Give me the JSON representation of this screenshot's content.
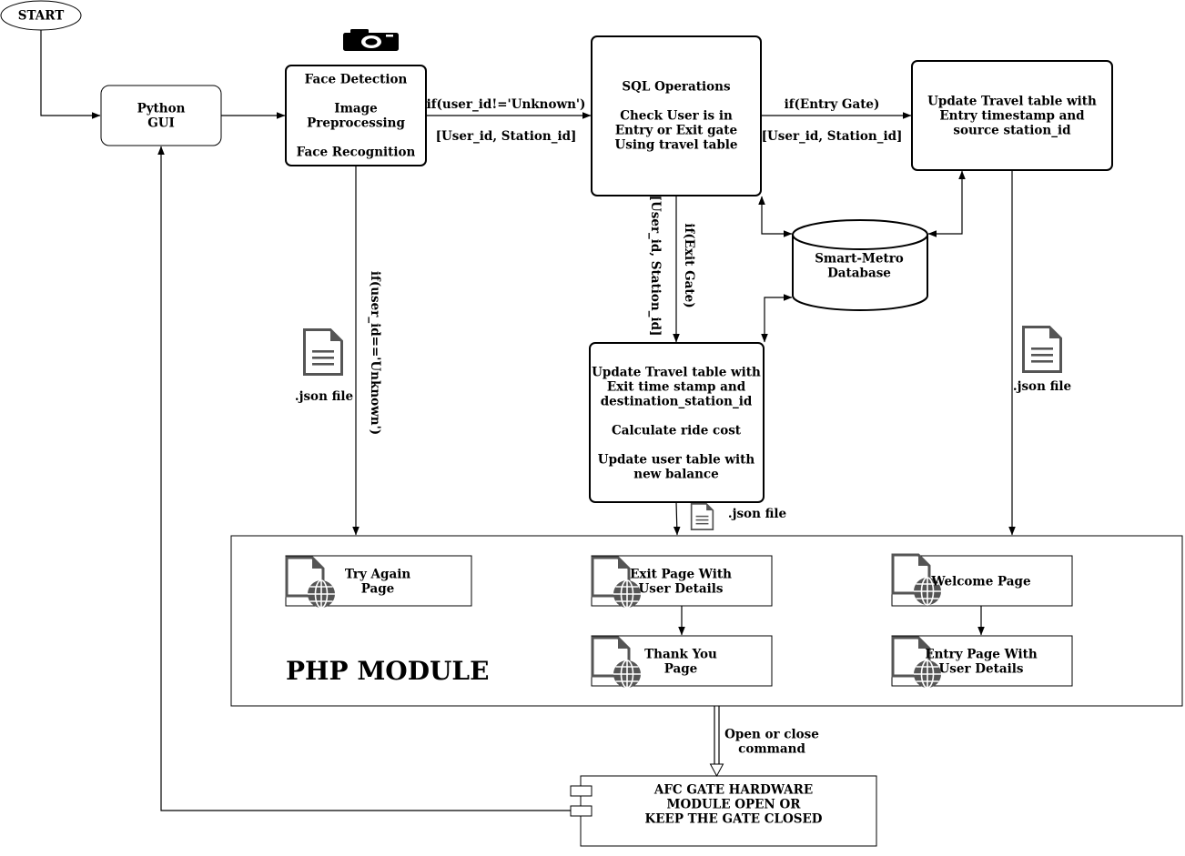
{
  "nodes": {
    "start": "START",
    "python_gui": [
      "Python",
      "GUI"
    ],
    "face": [
      "Face Detection",
      "",
      "Image",
      "Preprocessing",
      "",
      "Face Recognition"
    ],
    "sql": [
      "SQL Operations",
      "",
      "Check User is in",
      "Entry or Exit gate",
      "Using travel table"
    ],
    "entry_update": [
      "Update Travel table with",
      "Entry timestamp and",
      "source station_id"
    ],
    "database": [
      "Smart-Metro",
      "Database"
    ],
    "exit_update": [
      "Update Travel table with",
      "Exit time stamp and",
      "destination_station_id",
      "",
      "Calculate ride cost",
      "",
      "Update user table with",
      "new balance"
    ],
    "afc": [
      "AFC GATE HARDWARE",
      "MODULE OPEN OR",
      "KEEP THE GATE CLOSED"
    ]
  },
  "php_module": {
    "title": "PHP MODULE",
    "pages": {
      "try_again": [
        "Try Again",
        "Page"
      ],
      "exit_page": [
        "Exit Page With",
        "User Details"
      ],
      "welcome": [
        "Welcome Page"
      ],
      "thank_you": [
        "Thank You",
        "Page"
      ],
      "entry_page": [
        "Entry Page With",
        "User Details"
      ]
    }
  },
  "edge_labels": {
    "known_user": "if(user_id!='Unknown')",
    "known_payload": "[User_id, Station_id]",
    "entry_gate": "if(Entry Gate)",
    "entry_payload": "[User_id, Station_id]",
    "exit_payload": "[User_id, Station_id]",
    "exit_gate": "if(Exit Gate)",
    "unknown_user": "if(user_id=='Unknown')",
    "json_left": ".json file",
    "json_right": ".json file",
    "json_mid": ".json file",
    "gate_command": [
      "Open or close",
      "command"
    ]
  },
  "icons": [
    "camera-icon",
    "document-icon",
    "web-page-icon"
  ],
  "colors": {
    "stroke": "#000000",
    "background": "#ffffff",
    "icon": "#555555"
  }
}
